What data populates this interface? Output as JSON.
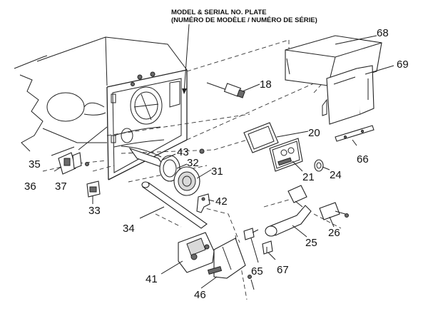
{
  "plate_label": {
    "line1": "MODEL & SERIAL NO. PLATE",
    "line2": "(NUMÉRO DE MODÈLE / NUMÉRO DE SÉRIE)"
  },
  "callouts": {
    "c18": "18",
    "c20": "20",
    "c21": "21",
    "c24": "24",
    "c25": "25",
    "c26": "26",
    "c31": "31",
    "c32": "32",
    "c33": "33",
    "c34": "34",
    "c35": "35",
    "c36": "36",
    "c37": "37",
    "c41": "41",
    "c42": "42",
    "c43": "43",
    "c46": "46",
    "c65": "65",
    "c66": "66",
    "c67": "67",
    "c68": "68",
    "c69": "69"
  }
}
